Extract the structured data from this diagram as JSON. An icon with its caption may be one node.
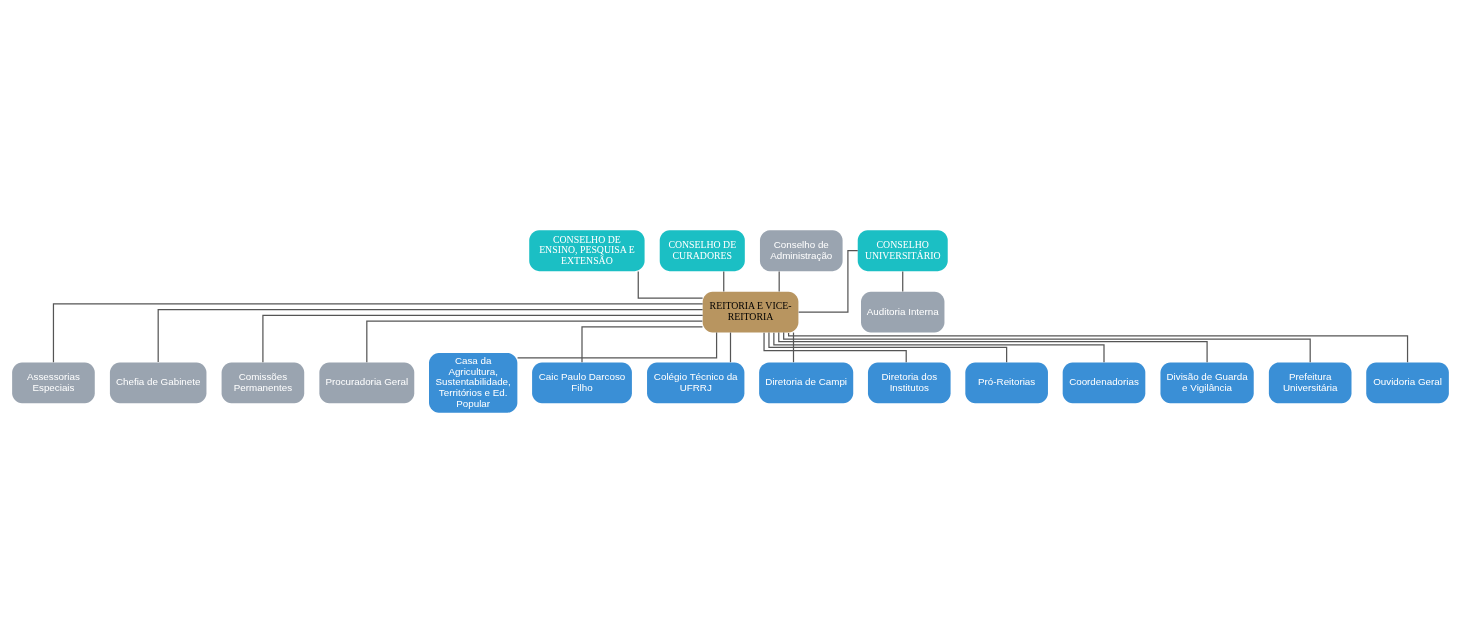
{
  "diagram": {
    "nodes": [
      {
        "text": [
          "CONSELHO DE ENSINO, PESQUISA E EXTENSÃO"
        ]
      },
      {
        "text": [
          "CONSELHO UNIVERSITÁRIO"
        ]
      },
      {
        "text": [
          "CONSELHO DE CURADORES"
        ]
      },
      {
        "text": [
          "Auditoria Interna"
        ]
      },
      {
        "text": [
          "Conselho de Administração"
        ]
      },
      {
        "text": [
          "REITORIA E VICE-REITORIA"
        ]
      },
      {
        "text": [
          "Assessorias Especiais"
        ]
      },
      {
        "text": [
          "Chefia de Gabinete"
        ]
      },
      {
        "text": [
          "Comissões Permanentes"
        ]
      },
      {
        "text": [
          "Procuradoria Geral"
        ]
      },
      {
        "text": [
          "Casa da Agricultura, Sustentabilidade, Territórios e Ed. Popular"
        ]
      },
      {
        "text": [
          "Caic Paulo Darcoso Filho"
        ]
      },
      {
        "text": [
          "Colégio Técnico da UFRRJ"
        ]
      },
      {
        "text": [
          "Diretoria de Campi"
        ]
      },
      {
        "text": [
          "Diretoria dos Institutos"
        ]
      },
      {
        "text": [
          "Pró-Reitorias"
        ]
      },
      {
        "text": [
          "Coordenadorias"
        ]
      },
      {
        "text": [
          "Divisão de Guarda e Vigilância"
        ]
      },
      {
        "text": [
          "Prefeitura Universitária"
        ]
      },
      {
        "text": [
          "Ouvidoria Geral"
        ]
      }
    ],
    "edges": [
      {
        "from": 0,
        "to": 5,
        "arrow": "none"
      },
      {
        "from": 1,
        "to": 3,
        "arrow": "none"
      },
      {
        "from": 1,
        "to": 5,
        "arrow": "none"
      },
      {
        "from": 2,
        "to": 5,
        "arrow": "none"
      },
      {
        "from": 4,
        "to": 5,
        "arrow": "none"
      },
      {
        "from": 5,
        "to": 6,
        "arrow": "none"
      },
      {
        "from": 5,
        "to": 7,
        "arrow": "none"
      },
      {
        "from": 5,
        "to": 8,
        "arrow": "none"
      },
      {
        "from": 5,
        "to": 9,
        "arrow": "none"
      },
      {
        "from": 5,
        "to": 10,
        "arrow": "none"
      },
      {
        "from": 5,
        "to": 11,
        "arrow": "none"
      },
      {
        "from": 5,
        "to": 12,
        "arrow": "none"
      },
      {
        "from": 5,
        "to": 13,
        "arrow": "none"
      },
      {
        "from": 5,
        "to": 14,
        "arrow": "none"
      },
      {
        "from": 5,
        "to": 15,
        "arrow": "none"
      },
      {
        "from": 5,
        "to": 16,
        "arrow": "none"
      },
      {
        "from": 5,
        "to": 17,
        "arrow": "none"
      },
      {
        "from": 5,
        "to": 18,
        "arrow": "none"
      },
      {
        "from": 5,
        "to": 19,
        "arrow": "none"
      }
    ]
  }
}
